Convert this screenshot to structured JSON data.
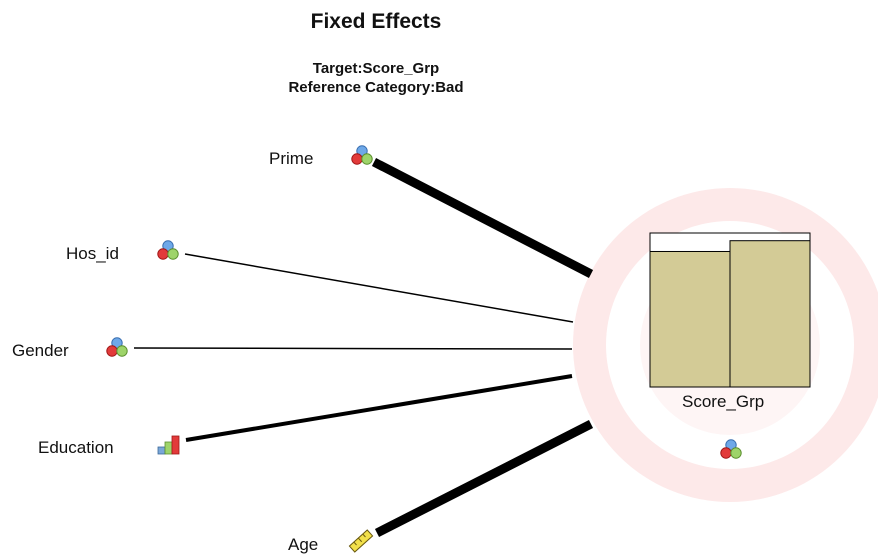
{
  "header": {
    "title": "Fixed Effects",
    "target_line": "Target:Score_Grp",
    "reference_line": "Reference Category:Bad"
  },
  "target_node": {
    "label": "Score_Grp",
    "icon": "nominal-measure-icon",
    "histogram_fractions": [
      0.88,
      0.95
    ]
  },
  "predictors": [
    {
      "label": "Prime",
      "icon": "nominal-measure-icon",
      "line_weight": "thick"
    },
    {
      "label": "Hos_id",
      "icon": "nominal-measure-icon",
      "line_weight": "thin"
    },
    {
      "label": "Gender",
      "icon": "nominal-measure-icon",
      "line_weight": "thin"
    },
    {
      "label": "Education",
      "icon": "ordinal-measure-icon",
      "line_weight": "medium"
    },
    {
      "label": "Age",
      "icon": "scale-measure-icon",
      "line_weight": "thick"
    }
  ],
  "colors": {
    "bar_fill": "#d3cb96",
    "target_ring": "#fde9e9",
    "line": "#000000"
  }
}
